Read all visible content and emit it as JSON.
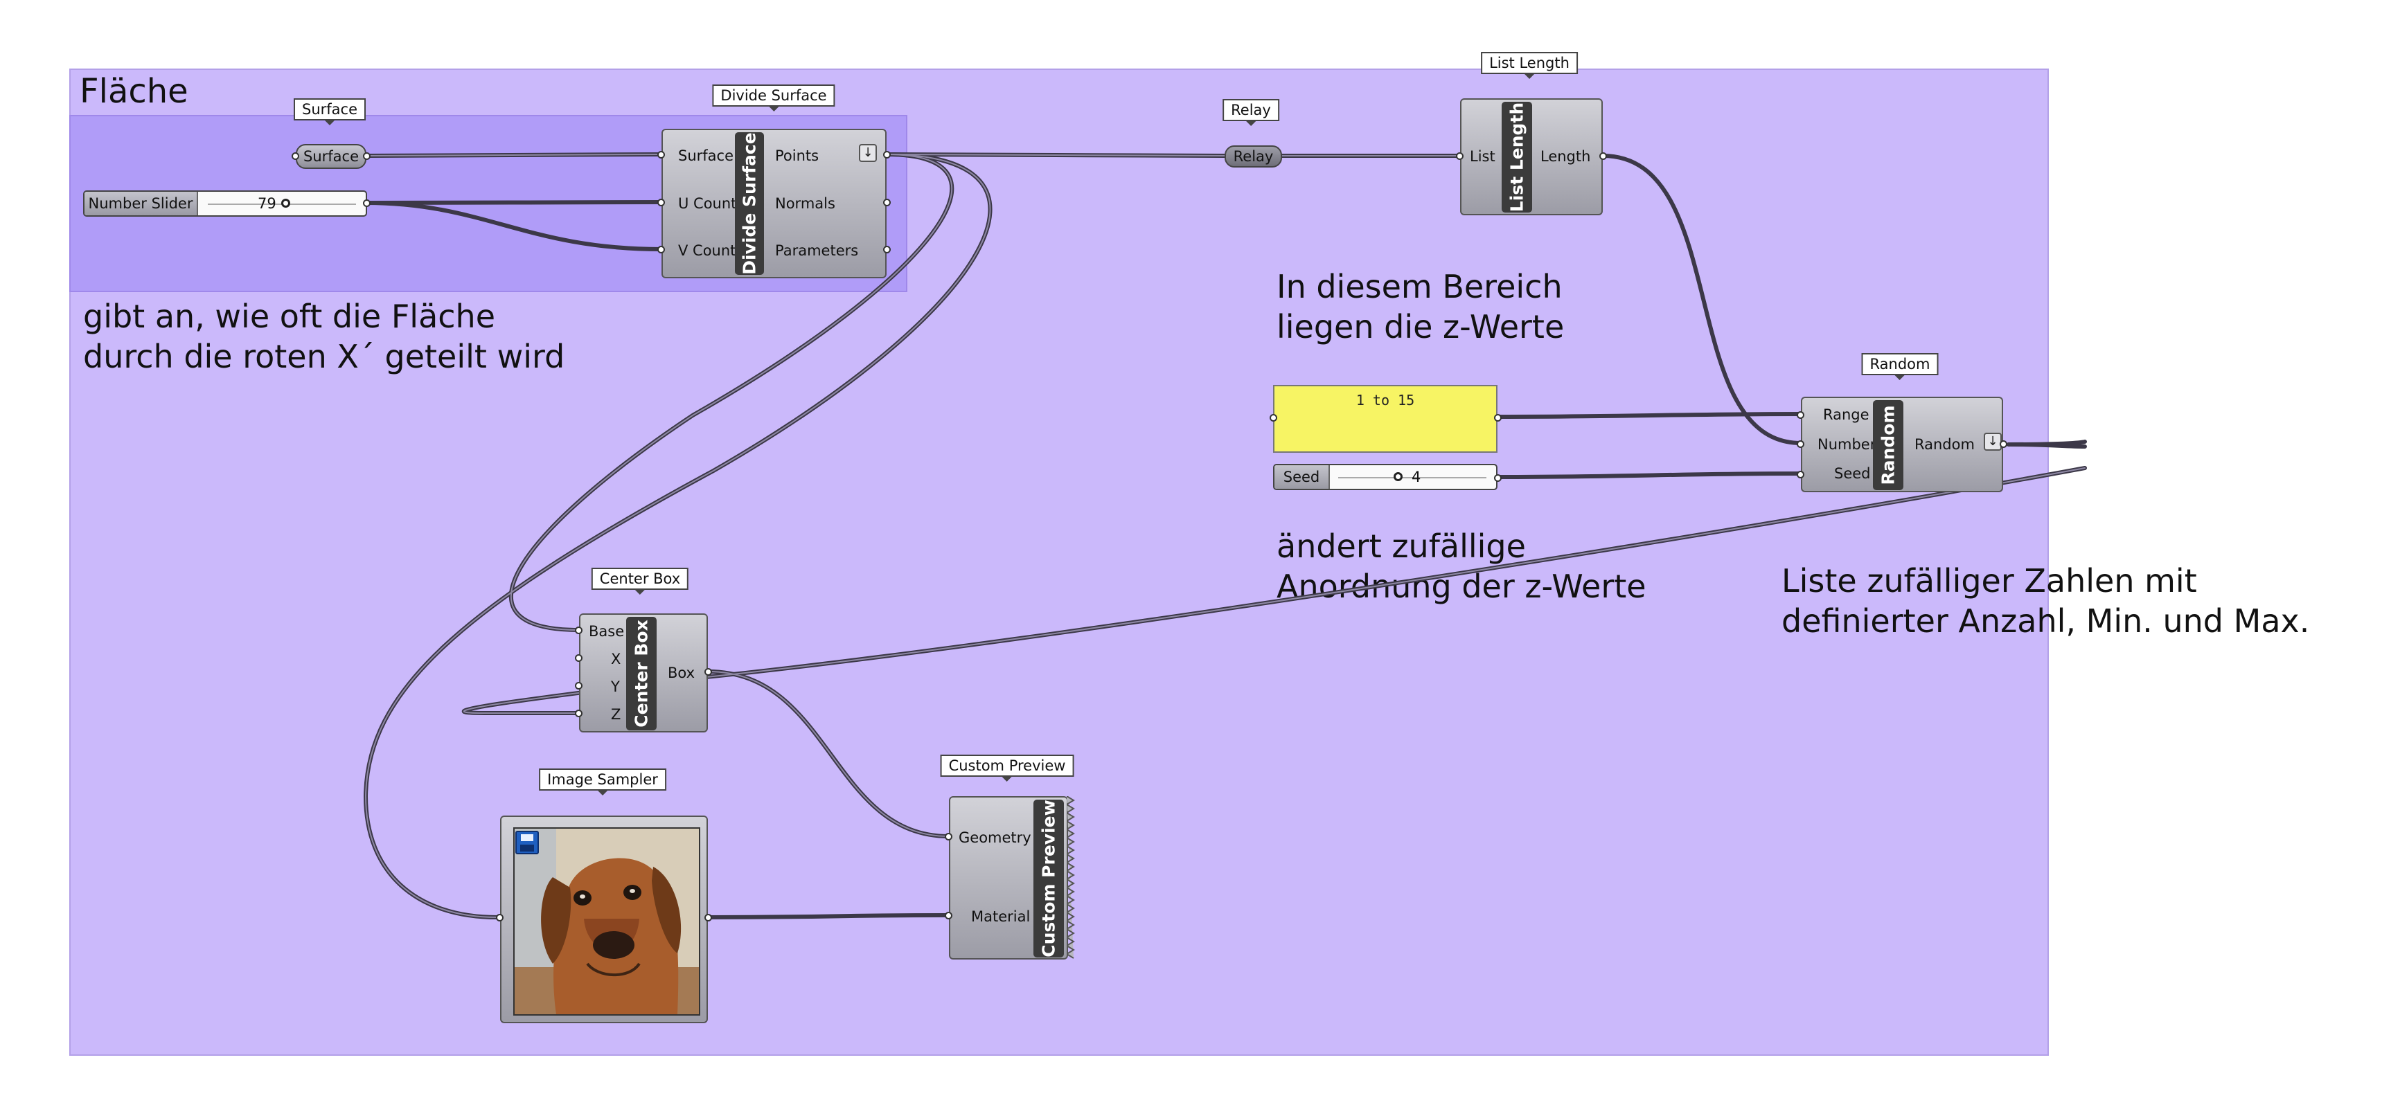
{
  "group": {
    "title": "Fläche"
  },
  "notes": {
    "divide": [
      "gibt an, wie oft die Fläche",
      "durch die roten X´ geteilt wird"
    ],
    "range": [
      "In diesem Bereich",
      "liegen die z-Werte"
    ],
    "seed": [
      "ändert zufällige",
      "Anordnung der z-Werte"
    ],
    "random": [
      "Liste zufälliger Zahlen mit",
      "definierter Anzahl, Min. und Max."
    ]
  },
  "surface": {
    "tag": "Surface",
    "label": "Surface"
  },
  "number_slider": {
    "name": "Number Slider",
    "value": "79",
    "fraction": 0.5
  },
  "divide_surface": {
    "tag": "Divide Surface",
    "title": "Divide Surface",
    "inputs": [
      "Surface",
      "U Count",
      "V Count"
    ],
    "outputs": [
      "Points",
      "Normals",
      "Parameters"
    ]
  },
  "relay": {
    "tag": "Relay",
    "label": "Relay"
  },
  "list_length": {
    "tag": "List Length",
    "title": "List Length",
    "input": "List",
    "output": "Length"
  },
  "panel": {
    "text": "1 to 15"
  },
  "seed_slider": {
    "name": "Seed",
    "value": "4",
    "fraction": 0.4
  },
  "random": {
    "tag": "Random",
    "title": "Random",
    "inputs": [
      "Range",
      "Number",
      "Seed"
    ],
    "output": "Random"
  },
  "center_box": {
    "tag": "Center Box",
    "title": "Center Box",
    "inputs": [
      "Base",
      "X",
      "Y",
      "Z"
    ],
    "output": "Box"
  },
  "image_sampler": {
    "tag": "Image Sampler"
  },
  "custom_preview": {
    "tag": "Custom Preview",
    "title": "Custom Preview",
    "inputs": [
      "Geometry",
      "Material"
    ]
  },
  "icons": {
    "save": "floppy-disk-icon",
    "flatten": "down-arrow-icon",
    "image": "dog-photo"
  },
  "colors": {
    "group": "#cbb9fb",
    "sub_group": "#b09cf8",
    "panel": "#f7f464",
    "wire": "#3c3848"
  }
}
